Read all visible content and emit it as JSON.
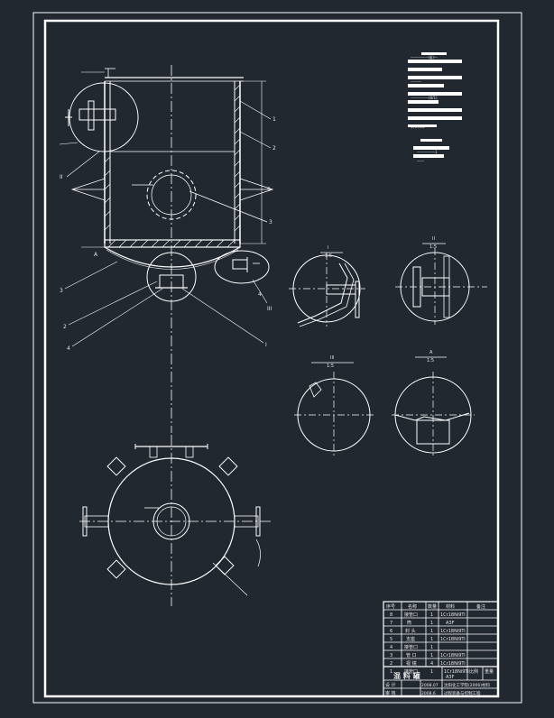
{
  "colors": {
    "background": "#212830",
    "line": "#ffffff",
    "dim_line": "#d8d8d8",
    "hatch": "#ffffff"
  },
  "main_view": {
    "callouts": [
      "1",
      "2",
      "3",
      "4",
      "5"
    ],
    "left_callouts": [
      "3",
      "2",
      "4"
    ],
    "detail_marks": [
      "II",
      "III",
      "I"
    ],
    "section_mark": "A"
  },
  "notes": {
    "line_1": "—————(ɸ)—",
    "line_2": "———",
    "line_3": "—————(8/1)",
    "line_4": "1/1000",
    "line_5": "—————1",
    "line_6": "——"
  },
  "detail_views": [
    {
      "title": "I",
      "scale": "1:5"
    },
    {
      "title": "II",
      "scale": "1:5"
    },
    {
      "title": "III",
      "scale": "1:5"
    },
    {
      "title": "A",
      "scale": "1:5"
    }
  ],
  "bom": {
    "headers": [
      "序号",
      "名称",
      "数量",
      "材料",
      "备注"
    ],
    "rows": [
      [
        "8",
        "接管口",
        "1",
        "1Cr18Ni9Ti",
        ""
      ],
      [
        "7",
        "筒",
        "1",
        "A3F",
        ""
      ],
      [
        "6",
        "封 头",
        "1",
        "1Cr18Ni9Ti",
        ""
      ],
      [
        "5",
        "支座",
        "1",
        "1Cr18Ni9Ti",
        ""
      ],
      [
        "4",
        "接管口",
        "1",
        "",
        ""
      ],
      [
        "3",
        "管 口",
        "1",
        "1Cr18Ni9Ti",
        ""
      ],
      [
        "2",
        "视 镜",
        "4",
        "1Cr18Ni9Ti",
        ""
      ],
      [
        "1",
        "接管口",
        "1",
        "1Cr18Ni9Ti",
        ""
      ]
    ],
    "extra_row": [
      "",
      "",
      "",
      "A3F",
      ""
    ],
    "title_block": {
      "drawing_name": "混 料 罐",
      "field_a": "比例",
      "field_b": "重量",
      "designer_label": "设 计",
      "checker_label": "审 核",
      "number_1": "2008.07",
      "number_2": "2008.6",
      "school_1": "沈阳化工学院(2006)材料",
      "school_2": "过程装备与控制工程"
    }
  }
}
